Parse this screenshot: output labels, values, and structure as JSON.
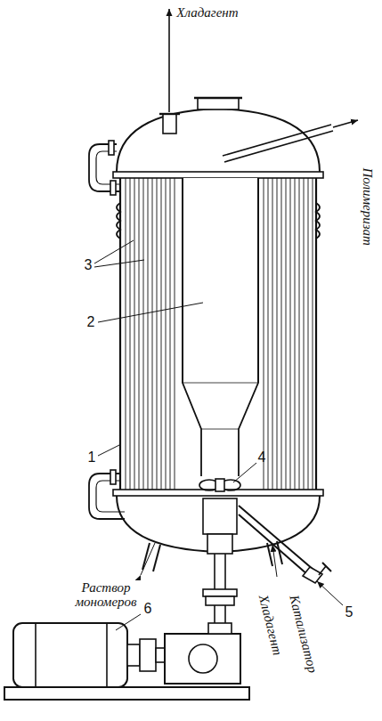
{
  "diagram": {
    "labels": [
      "Хладагент",
      "Полимеризат",
      "3",
      "2",
      "1",
      "4",
      "Раствор мономеров",
      "Хладагент",
      "Катализатор",
      "5",
      "6"
    ]
  }
}
